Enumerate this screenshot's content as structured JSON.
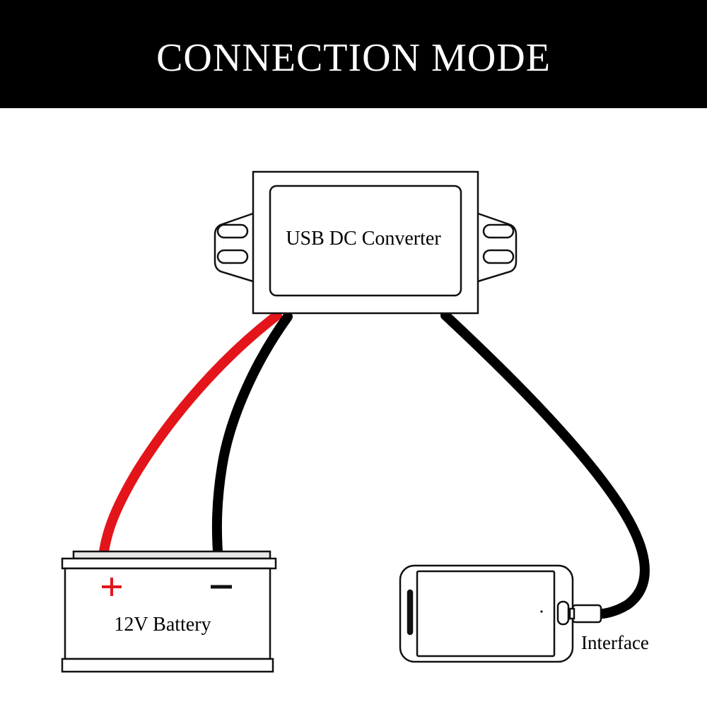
{
  "title": "CONNECTION MODE",
  "converter": {
    "label": "USB DC Converter"
  },
  "battery": {
    "label": "12V Battery",
    "positive_symbol": "+",
    "negative_symbol": "−"
  },
  "phone": {
    "label": "Interface"
  },
  "colors": {
    "header_background": "#000000",
    "header_text": "#ffffff",
    "positive_wire": "#e3151b",
    "negative_wire": "#000000",
    "outline": "#111111"
  }
}
